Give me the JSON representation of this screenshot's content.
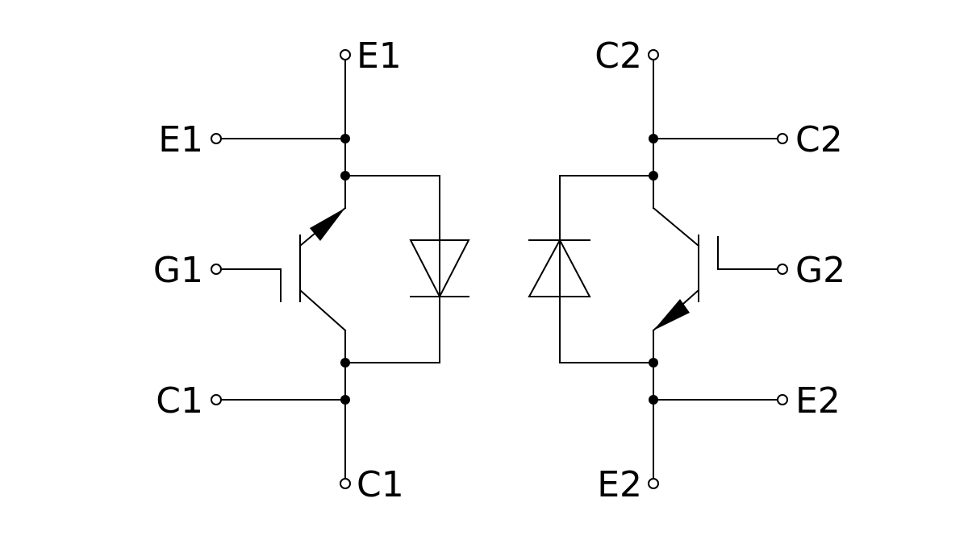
{
  "terminals": {
    "left_top": "E1",
    "left_emitter_side": "E1",
    "left_gate": "G1",
    "left_collector_side": "C1",
    "left_bottom": "C1",
    "right_top": "C2",
    "right_collector_side": "C2",
    "right_gate": "G2",
    "right_emitter_side": "E2",
    "right_bottom": "E2"
  },
  "colors": {
    "line": "#000000",
    "background": "#ffffff"
  }
}
